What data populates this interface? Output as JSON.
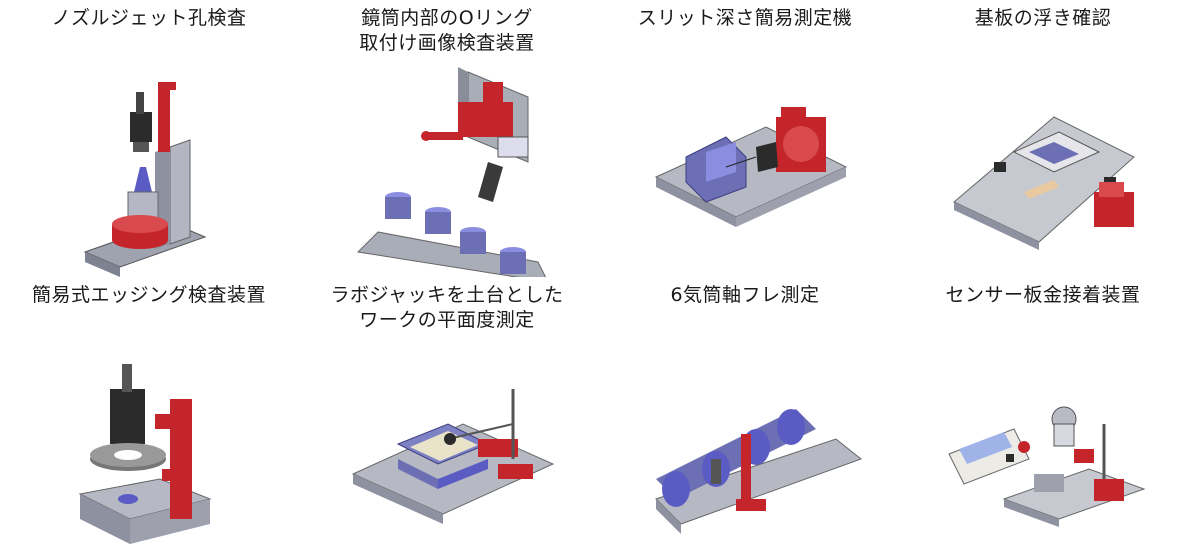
{
  "colors": {
    "background": "#ffffff",
    "metal_gray": "#a9adb8",
    "part_red": "#c4252a",
    "part_blue": "#6c6fb4",
    "dark": "#2b2b2b"
  },
  "items": [
    {
      "title": "ノズルジェット孔検査",
      "icon": "nozzle-inspection-rig-image"
    },
    {
      "title": "鏡筒内部のOリング\n取付け画像検査装置",
      "icon": "o-ring-inspection-rig-image"
    },
    {
      "title": "スリット深さ簡易測定機",
      "icon": "slit-depth-measuring-rig-image"
    },
    {
      "title": "基板の浮き確認",
      "icon": "board-lift-check-rig-image"
    },
    {
      "title": "簡易式エッジング検査装置",
      "icon": "edging-inspection-rig-image"
    },
    {
      "title": "ラボジャッキを土台とした\nワークの平面度測定",
      "icon": "flatness-measuring-rig-image"
    },
    {
      "title": "6気筒軸フレ測定",
      "icon": "crankshaft-runout-rig-image"
    },
    {
      "title": "センサー板金接着装置",
      "icon": "sensor-bonding-rig-image"
    }
  ]
}
